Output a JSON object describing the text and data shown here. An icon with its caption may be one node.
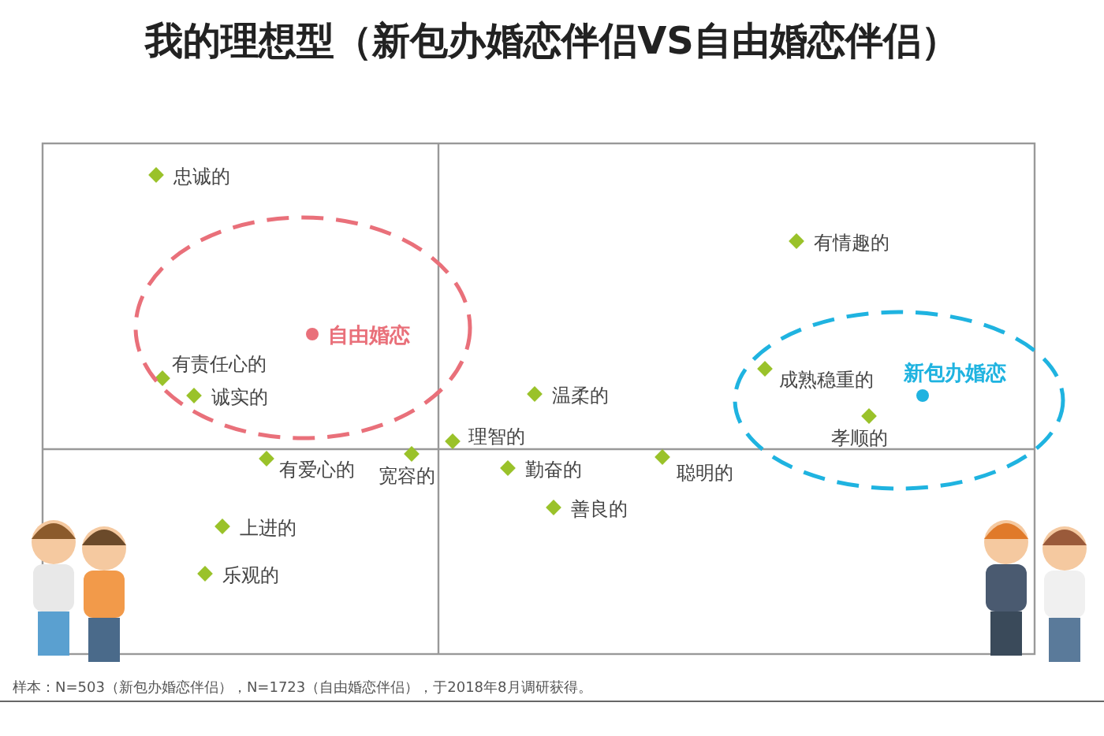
{
  "diagram": {
    "title": "我的理想型（新包办婚恋伴侣VS自由婚恋伴侣）",
    "nodes": [
      {
        "text": [
          "自由婚恋"
        ]
      },
      {
        "text": [
          "新包办婚恋"
        ]
      }
    ],
    "edges": [],
    "labels": [
      "忠诚的",
      "有情趣的",
      "有责任心的",
      "诚实的",
      "温柔的",
      "成熟稳重的",
      "孝顺的",
      "理智的",
      "有爱心的",
      "宽容的",
      "聪明的",
      "勤奋的",
      "善良的",
      "上进的",
      "乐观的",
      "样本：N=503（新包办婚恋伴侣），N=1723（自由婚恋伴侣），于2018年8月调研获得。"
    ]
  }
}
